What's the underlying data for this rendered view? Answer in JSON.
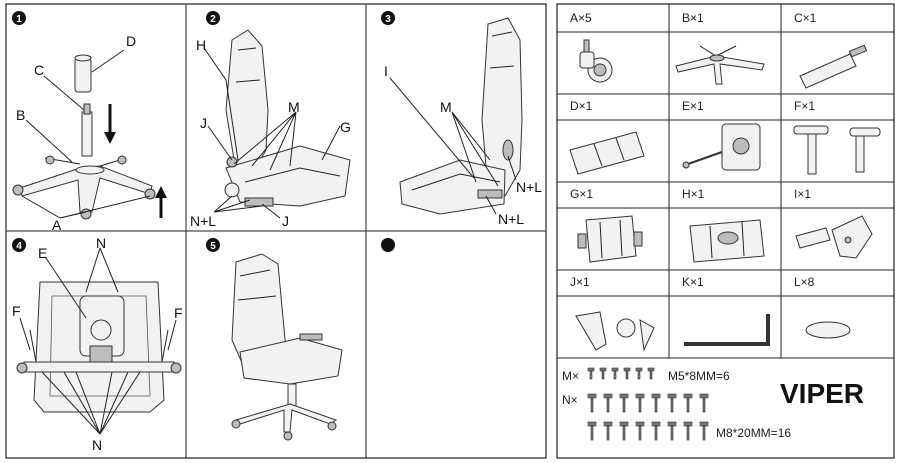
{
  "steps": [
    {
      "num": "1",
      "labels": [
        "D",
        "C",
        "B",
        "A"
      ]
    },
    {
      "num": "2",
      "labels": [
        "H",
        "M",
        "J",
        "G",
        "N+L",
        "J"
      ]
    },
    {
      "num": "3",
      "labels": [
        "I",
        "M",
        "N+L",
        "N+L"
      ]
    },
    {
      "num": "4",
      "labels": [
        "E",
        "N",
        "F",
        "F",
        "N"
      ]
    },
    {
      "num": "5",
      "labels": []
    }
  ],
  "parts": [
    {
      "code": "A×5"
    },
    {
      "code": "B×1"
    },
    {
      "code": "C×1"
    },
    {
      "code": "D×1"
    },
    {
      "code": "E×1"
    },
    {
      "code": "F×1"
    },
    {
      "code": "G×1"
    },
    {
      "code": "H×1"
    },
    {
      "code": "I×1"
    },
    {
      "code": "J×1"
    },
    {
      "code": "K×1"
    },
    {
      "code": "L×8"
    }
  ],
  "screws": {
    "m_label": "M×",
    "n_label": "N×",
    "m_spec": "M5*8MM=6",
    "n_spec": "M8*20MM=16"
  },
  "brand": "VIPER"
}
